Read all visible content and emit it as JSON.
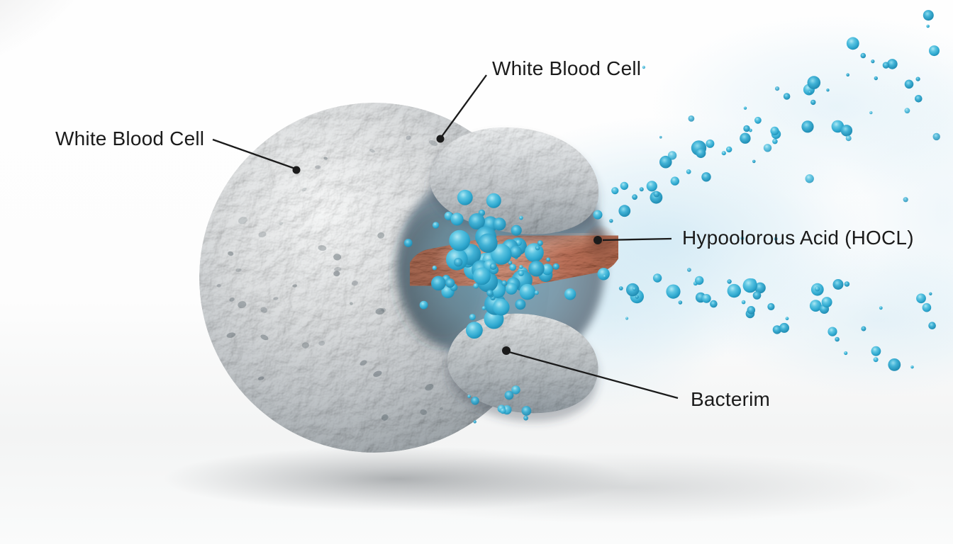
{
  "scene": {
    "labels": {
      "wbc_left": "White Blood Cell",
      "wbc_top": "White Blood Cell",
      "hocl": "Hypoolorous Acid (HOCL)",
      "bacterium": "Bacterim"
    },
    "colors": {
      "label_text": "#1b1b1b",
      "leader_line": "#1b1b1b",
      "cell_base": "#cdd0d2",
      "cell_edge": "#8f969b",
      "cavity": "#6d7d89",
      "bacterium_mid": "#bd7f6b",
      "bacterium_dark": "#96604d",
      "particle_core": "#aee8f4",
      "particle_body": "#3fb4d9",
      "particle_rim": "#2193ba",
      "haze": "#cfe7f3",
      "background": "#ffffff",
      "shadow": "#8a8d90"
    }
  }
}
